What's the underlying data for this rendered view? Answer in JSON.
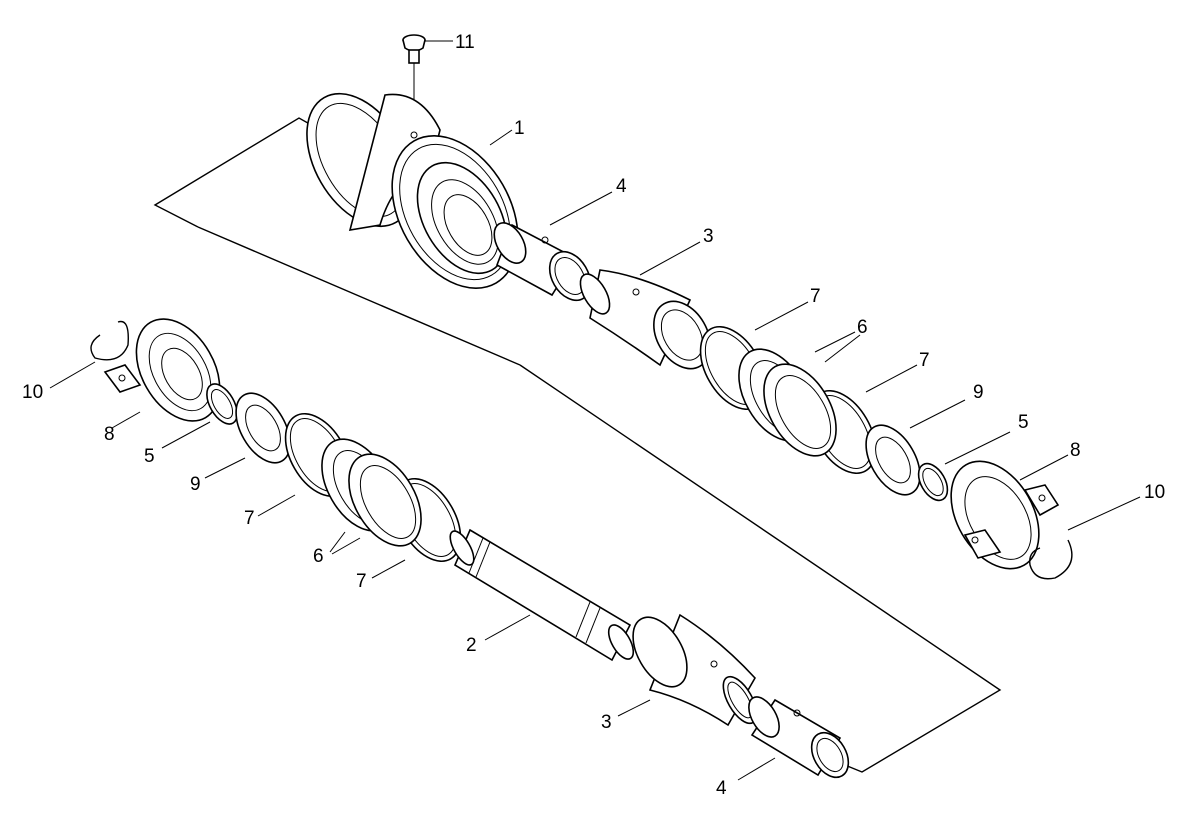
{
  "labels": {
    "l1": "1",
    "l2": "2",
    "l3a": "3",
    "l3b": "3",
    "l4a": "4",
    "l4b": "4",
    "l5a": "5",
    "l5b": "5",
    "l6a": "6",
    "l6b": "6",
    "l7a": "7",
    "l7b": "7",
    "l7c": "7",
    "l7d": "7",
    "l8a": "8",
    "l8b": "8",
    "l9a": "9",
    "l9b": "9",
    "l10a": "10",
    "l10b": "10",
    "l11": "11"
  }
}
